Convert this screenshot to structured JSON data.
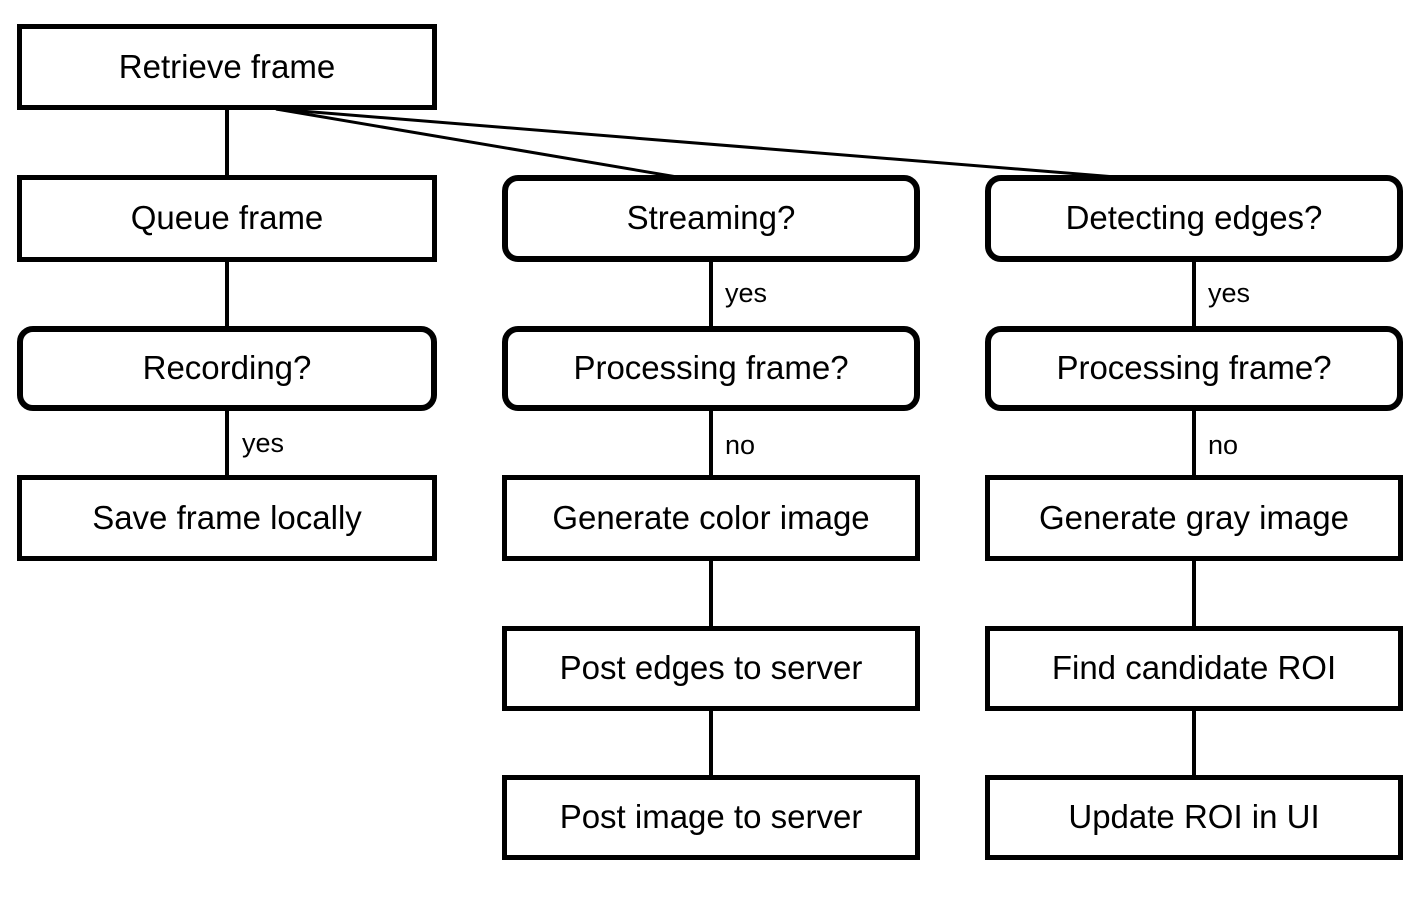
{
  "diagram": {
    "type": "flowchart",
    "colors": {
      "background": "#ffffff",
      "line": "#000000",
      "text": "#000000",
      "node_fill": "#ffffff"
    },
    "nodes": {
      "retrieve": {
        "label": "Retrieve frame",
        "shape": "rectangle"
      },
      "queue": {
        "label": "Queue frame",
        "shape": "rectangle"
      },
      "recording": {
        "label": "Recording?",
        "shape": "rounded"
      },
      "save": {
        "label": "Save frame locally",
        "shape": "rectangle"
      },
      "streaming": {
        "label": "Streaming?",
        "shape": "rounded"
      },
      "proc_mid": {
        "label": "Processing frame?",
        "shape": "rounded"
      },
      "gen_color": {
        "label": "Generate color image",
        "shape": "rectangle"
      },
      "post_edges": {
        "label": "Post edges to server",
        "shape": "rectangle"
      },
      "post_image": {
        "label": "Post image to server",
        "shape": "rectangle"
      },
      "detecting": {
        "label": "Detecting edges?",
        "shape": "rounded"
      },
      "proc_right": {
        "label": "Processing frame?",
        "shape": "rounded"
      },
      "gen_gray": {
        "label": "Generate gray image",
        "shape": "rectangle"
      },
      "find_roi": {
        "label": "Find candidate ROI",
        "shape": "rectangle"
      },
      "update_roi": {
        "label": "Update ROI in UI",
        "shape": "rectangle"
      }
    },
    "edges": [
      {
        "from": "retrieve",
        "to": "queue",
        "label": ""
      },
      {
        "from": "retrieve",
        "to": "streaming",
        "label": ""
      },
      {
        "from": "retrieve",
        "to": "detecting",
        "label": ""
      },
      {
        "from": "queue",
        "to": "recording",
        "label": ""
      },
      {
        "from": "recording",
        "to": "save",
        "label": "yes"
      },
      {
        "from": "streaming",
        "to": "proc_mid",
        "label": "yes"
      },
      {
        "from": "proc_mid",
        "to": "gen_color",
        "label": "no"
      },
      {
        "from": "gen_color",
        "to": "post_edges",
        "label": ""
      },
      {
        "from": "post_edges",
        "to": "post_image",
        "label": ""
      },
      {
        "from": "detecting",
        "to": "proc_right",
        "label": "yes"
      },
      {
        "from": "proc_right",
        "to": "gen_gray",
        "label": "no"
      },
      {
        "from": "gen_gray",
        "to": "find_roi",
        "label": ""
      },
      {
        "from": "find_roi",
        "to": "update_roi",
        "label": ""
      }
    ]
  }
}
